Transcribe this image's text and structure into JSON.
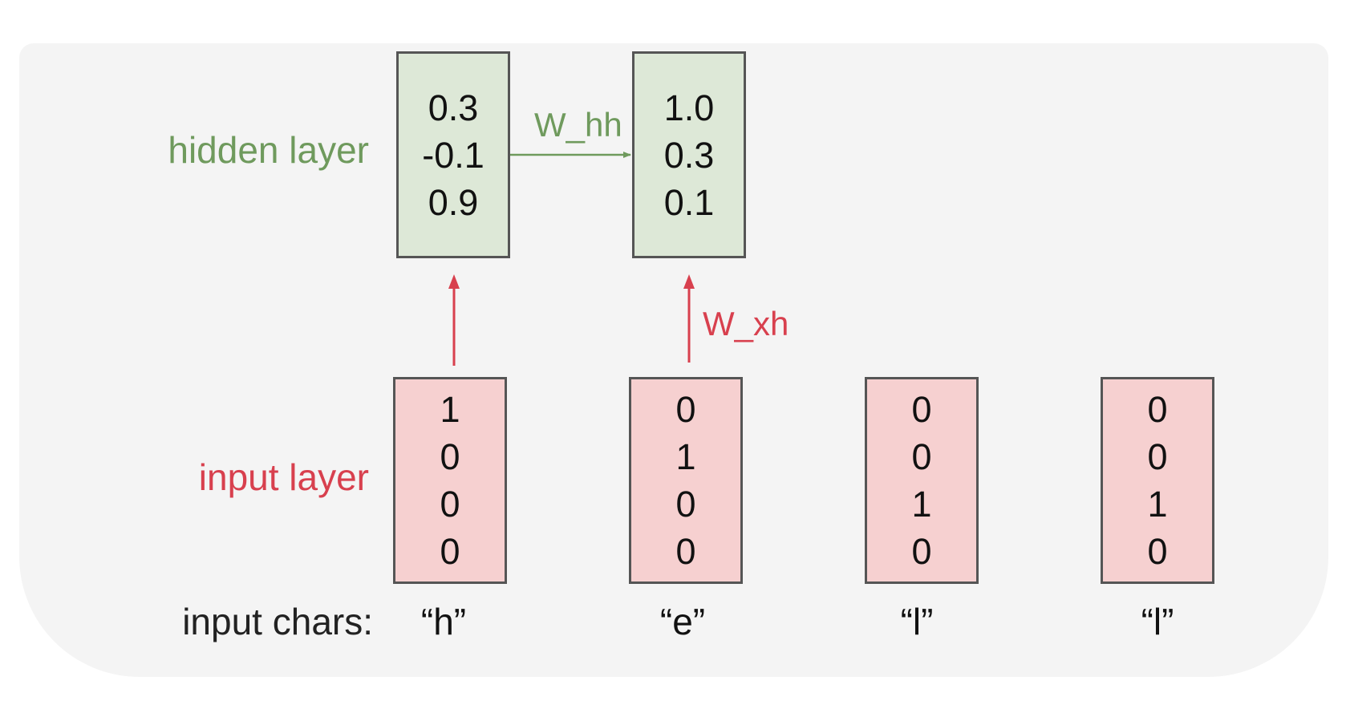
{
  "labels": {
    "hidden_layer": "hidden layer",
    "input_layer": "input layer",
    "input_chars": "input chars:"
  },
  "hidden_vectors": [
    [
      "0.3",
      "-0.1",
      "0.9"
    ],
    [
      "1.0",
      "0.3",
      "0.1"
    ]
  ],
  "input_vectors": [
    [
      "1",
      "0",
      "0",
      "0"
    ],
    [
      "0",
      "1",
      "0",
      "0"
    ],
    [
      "0",
      "0",
      "1",
      "0"
    ],
    [
      "0",
      "0",
      "1",
      "0"
    ]
  ],
  "chars": [
    "“h”",
    "“e”",
    "“l”",
    "“l”"
  ],
  "weights": {
    "w_hh": "W_hh",
    "w_xh": "W_xh"
  },
  "colors": {
    "hidden": "#6f9a5d",
    "input": "#d8404e",
    "hidden_fill": "#dde8d7",
    "input_fill": "#f6d0d0"
  }
}
